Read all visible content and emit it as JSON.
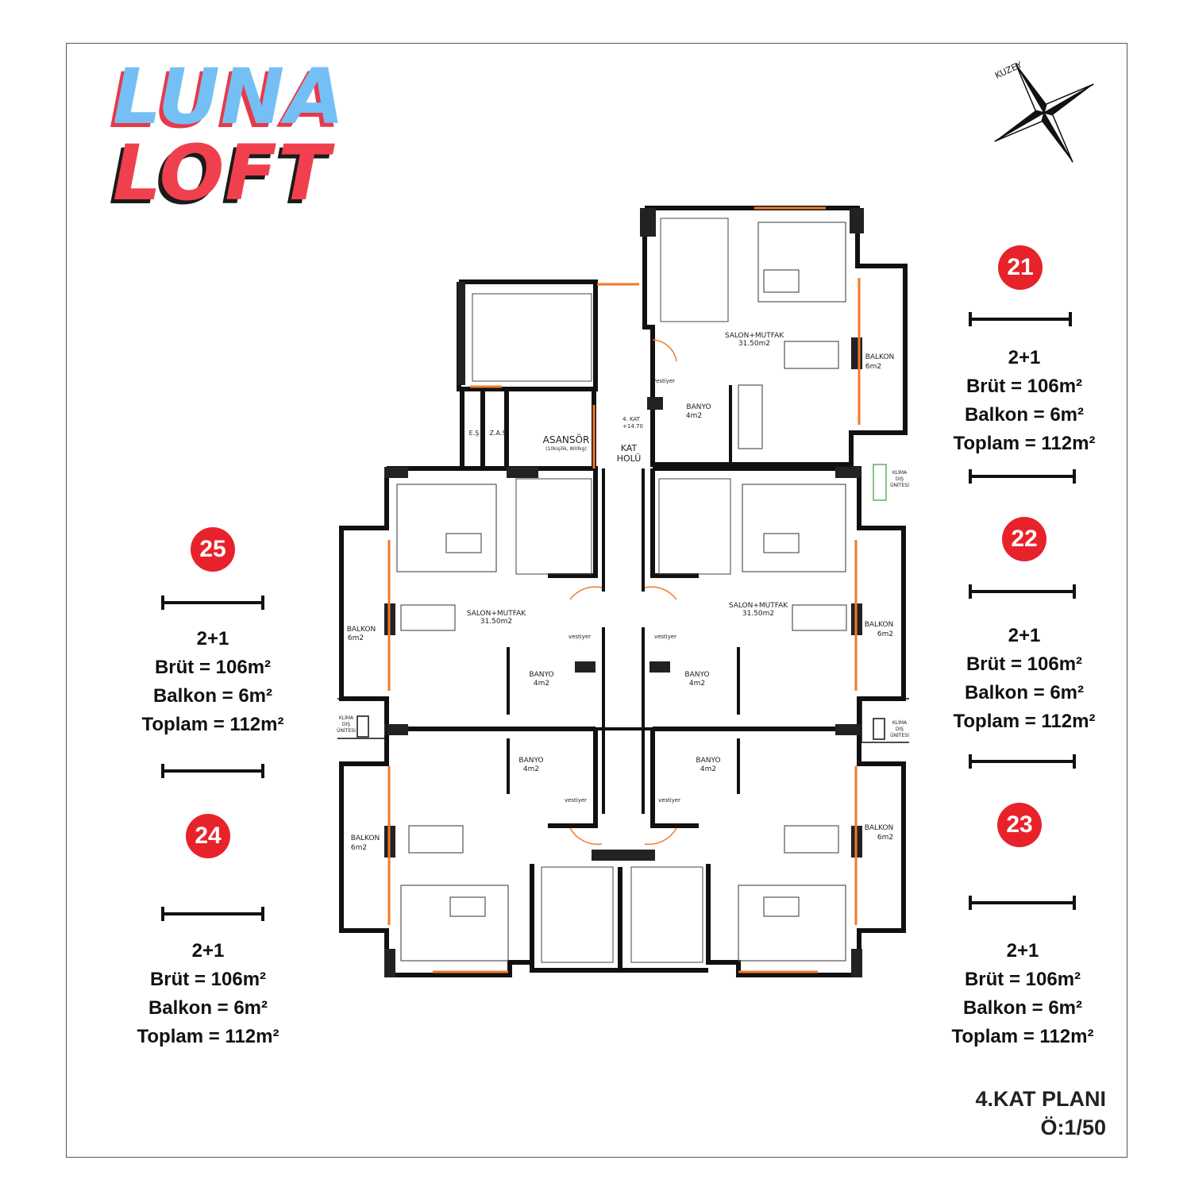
{
  "logo": {
    "line1": "LUNA",
    "line2": "LOFT"
  },
  "compass": {
    "label": "KUZEY"
  },
  "units": [
    {
      "number": "21",
      "type": "2+1",
      "brut": "Brüt = 106m²",
      "balkon": "Balkon = 6m²",
      "toplam": "Toplam = 112m²"
    },
    {
      "number": "22",
      "type": "2+1",
      "brut": "Brüt = 106m²",
      "balkon": "Balkon = 6m²",
      "toplam": "Toplam = 112m²"
    },
    {
      "number": "23",
      "type": "2+1",
      "brut": "Brüt = 106m²",
      "balkon": "Balkon = 6m²",
      "toplam": "Toplam = 112m²"
    },
    {
      "number": "24",
      "type": "2+1",
      "brut": "Brüt = 106m²",
      "balkon": "Balkon = 6m²",
      "toplam": "Toplam = 112m²"
    },
    {
      "number": "25",
      "type": "2+1",
      "brut": "Brüt = 106m²",
      "balkon": "Balkon = 6m²",
      "toplam": "Toplam = 112m²"
    }
  ],
  "plan": {
    "title": "4.KAT PLANI",
    "scale": "Ö:1/50",
    "rooms": {
      "salon": "SALON+MUTFAK",
      "salon_area": "31.50m2",
      "balkon": "BALKON",
      "balkon_area": "6m2",
      "banyo": "BANYO",
      "banyo_area": "4m2",
      "asansor": "ASANSÖR",
      "asansor_note": "(10kişilik, 800kg)",
      "kat": "KAT",
      "holu": "HOLÜ",
      "level_label": "4. KAT",
      "level_value": "+14.70",
      "klima1": "KLİMA",
      "klima2": "DIŞ",
      "klima3": "ÜNİTESİ",
      "es": "E.Ş",
      "zas": "Z.A.S",
      "vestiyer": "vestiyer"
    }
  },
  "colors": {
    "badge": "#e7222a",
    "wall": "#111111",
    "window": "#f07a2a",
    "logo_blue": "#74c0f4",
    "logo_red": "#f0404e"
  }
}
